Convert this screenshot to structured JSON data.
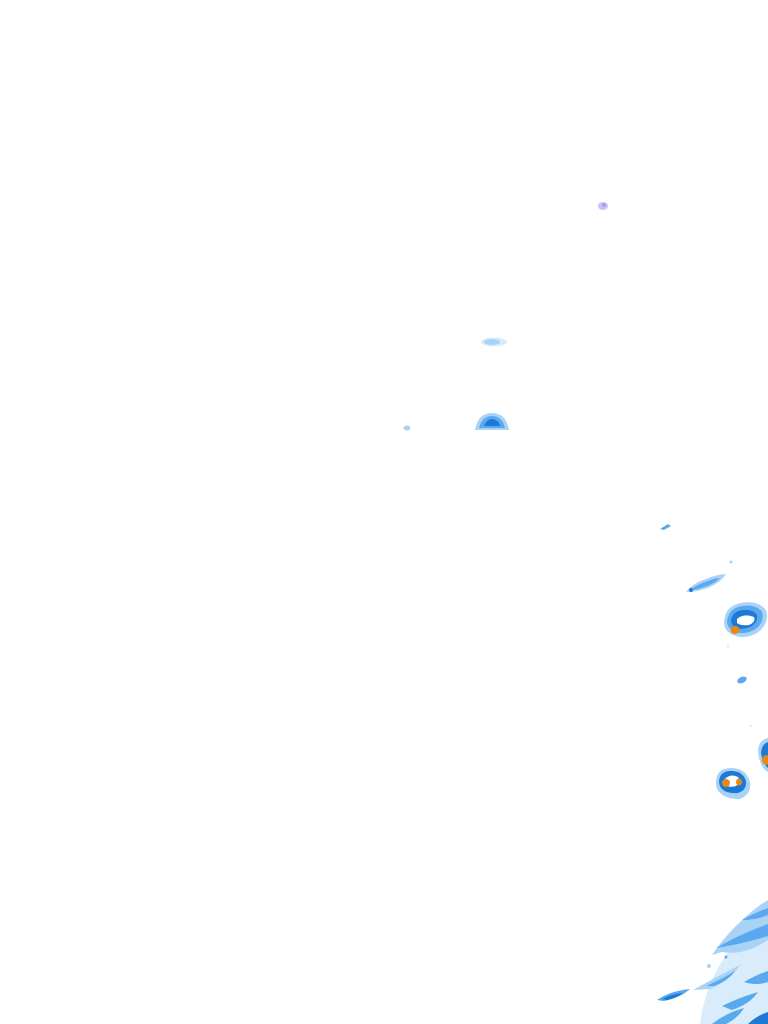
{
  "map": {
    "kind": "weather-radar-precipitation-overlay",
    "background": "#ffffff",
    "visible_text": "",
    "intensity_colors": {
      "very_light": "#d9ecfb",
      "light": "#a9d3f6",
      "moderate": "#5aa9ee",
      "heavy": "#1e78d6",
      "very_heavy": "#e88a12",
      "trace_purple": "#c9c3f2"
    },
    "cells": [
      {
        "name": "trace-cell-north",
        "intensity": "trace_purple"
      },
      {
        "name": "light-cell-upper",
        "intensity": "light"
      },
      {
        "name": "moderate-cell-center",
        "intensity": "moderate"
      },
      {
        "name": "speck-cell-west",
        "intensity": "very_light"
      },
      {
        "name": "speck-cell-east",
        "intensity": "light"
      },
      {
        "name": "band-cell-east",
        "intensity": "moderate"
      },
      {
        "name": "storm-cell-east-1",
        "intensity": "very_heavy"
      },
      {
        "name": "speck-cell-east-2",
        "intensity": "moderate"
      },
      {
        "name": "storm-cell-east-2",
        "intensity": "very_heavy"
      },
      {
        "name": "storm-cell-edge",
        "intensity": "very_heavy"
      },
      {
        "name": "rain-band-southeast",
        "intensity": "moderate"
      }
    ]
  }
}
